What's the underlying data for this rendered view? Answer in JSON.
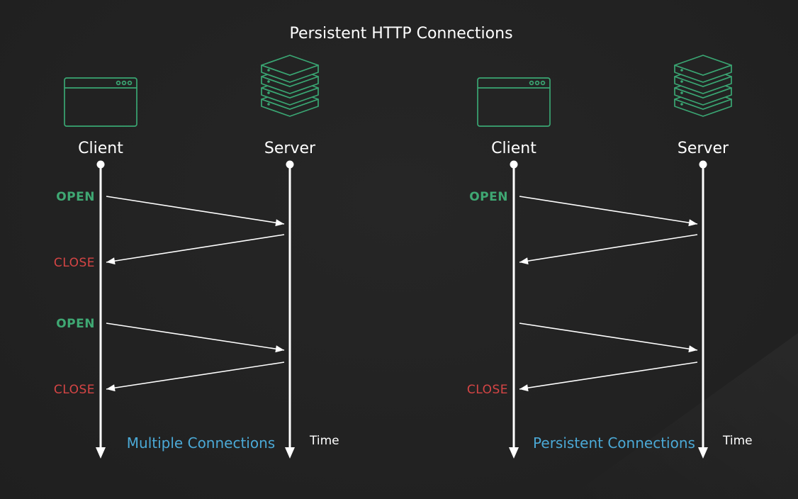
{
  "title": "Persistent HTTP Connections",
  "colors": {
    "background": "#232323",
    "icon": "#3aa673",
    "open": "#3fa873",
    "close": "#d64545",
    "caption": "#4ba9d6",
    "line": "#ffffff"
  },
  "panels": [
    {
      "client_label": "Client",
      "server_label": "Server",
      "client_icon": "browser-window-icon",
      "server_icon": "server-stack-icon",
      "events": [
        {
          "label": "OPEN",
          "kind": "open"
        },
        {
          "label": "CLOSE",
          "kind": "close"
        },
        {
          "label": "OPEN",
          "kind": "open"
        },
        {
          "label": "CLOSE",
          "kind": "close"
        }
      ],
      "caption": "Multiple Connections",
      "time_label": "Time"
    },
    {
      "client_label": "Client",
      "server_label": "Server",
      "client_icon": "browser-window-icon",
      "server_icon": "server-stack-icon",
      "events": [
        {
          "label": "OPEN",
          "kind": "open"
        },
        {
          "label": "",
          "kind": "none"
        },
        {
          "label": "",
          "kind": "none"
        },
        {
          "label": "CLOSE",
          "kind": "close"
        }
      ],
      "caption": "Persistent Connections",
      "time_label": "Time"
    }
  ]
}
